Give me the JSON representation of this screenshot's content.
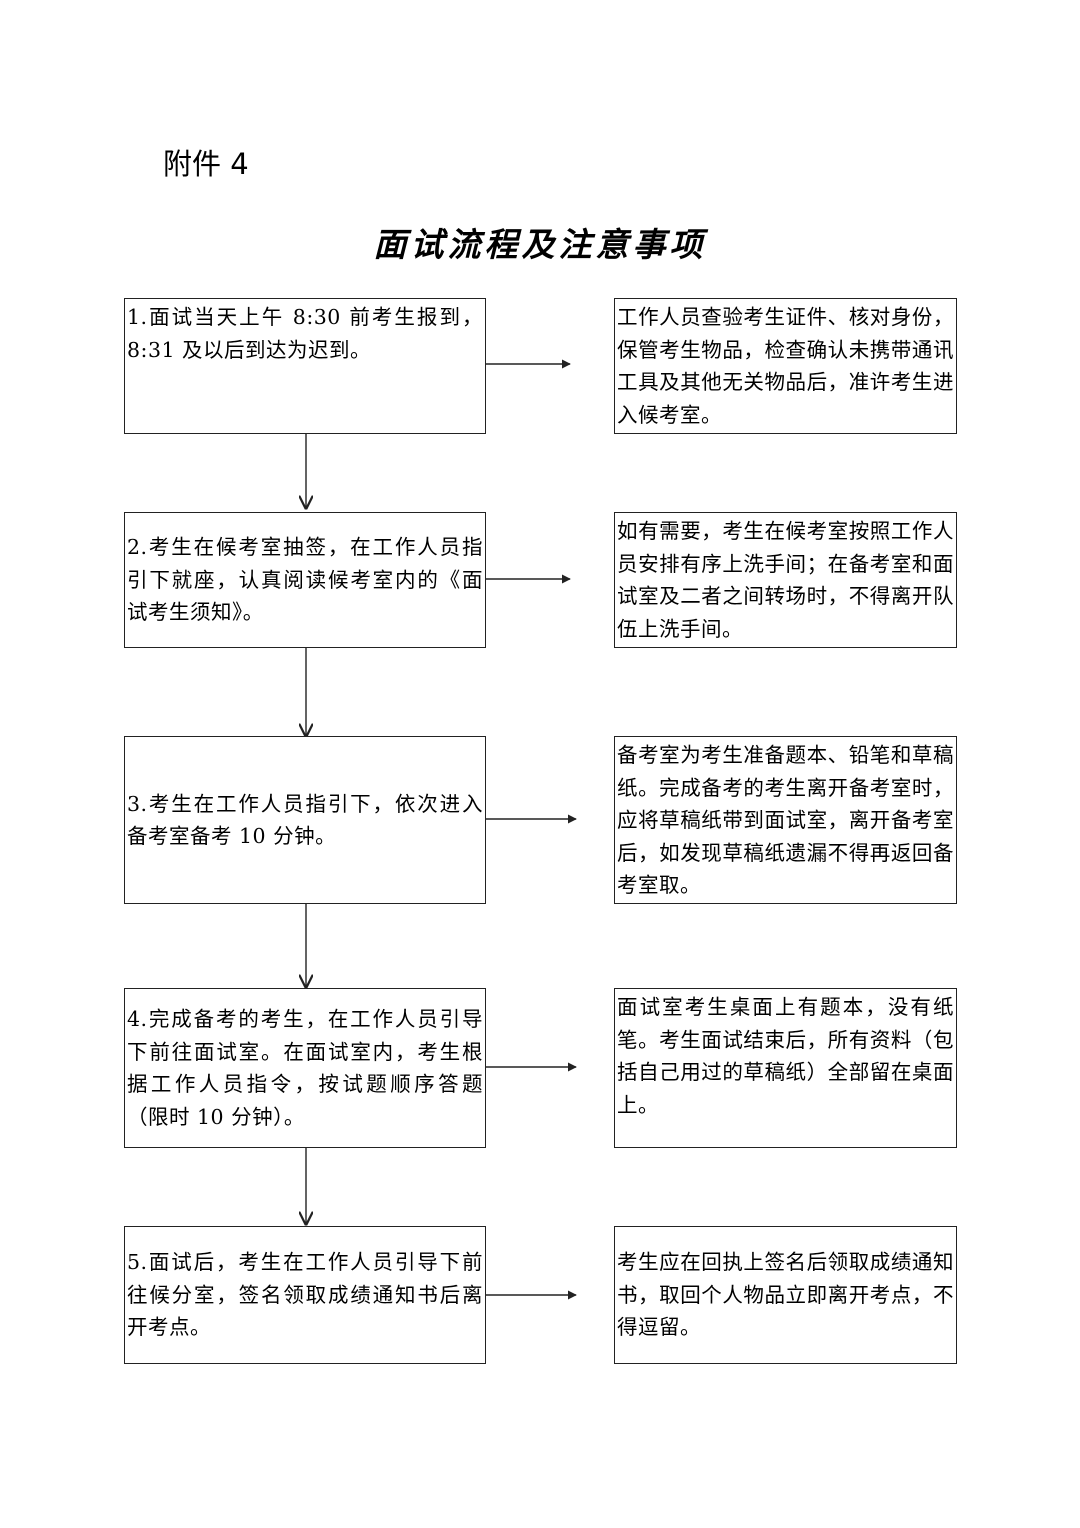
{
  "header": {
    "attachment": "附件 4",
    "title": "面试流程及注意事项"
  },
  "steps": [
    {
      "left": "1.面试当天上午 8:30 前考生报到，8:31 及以后到达为迟到。",
      "right": "工作人员查验考生证件、核对身份，保管考生物品，检查确认未携带通讯工具及其他无关物品后，准许考生进入候考室。"
    },
    {
      "left": "2.考生在候考室抽签，在工作人员指引下就座，认真阅读候考室内的《面试考生须知》。",
      "right": "如有需要，考生在候考室按照工作人员安排有序上洗手间；在备考室和面试室及二者之间转场时，不得离开队伍上洗手间。"
    },
    {
      "left": "3.考生在工作人员指引下，依次进入备考室备考 10 分钟。",
      "right": "备考室为考生准备题本、铅笔和草稿纸。完成备考的考生离开备考室时，应将草稿纸带到面试室，离开备考室后，如发现草稿纸遗漏不得再返回备考室取。"
    },
    {
      "left": "4.完成备考的考生，在工作人员引导下前往面试室。在面试室内，考生根据工作人员指令，按试题顺序答题（限时 10 分钟）。",
      "right": "面试室考生桌面上有题本，没有纸笔。考生面试结束后，所有资料（包括自己用过的草稿纸）全部留在桌面上。"
    },
    {
      "left": "5.面试后，考生在工作人员引导下前往候分室，签名领取成绩通知书后离开考点。",
      "right": "考生应在回执上签名后领取成绩通知书，取回个人物品立即离开考点，不得逗留。"
    }
  ]
}
